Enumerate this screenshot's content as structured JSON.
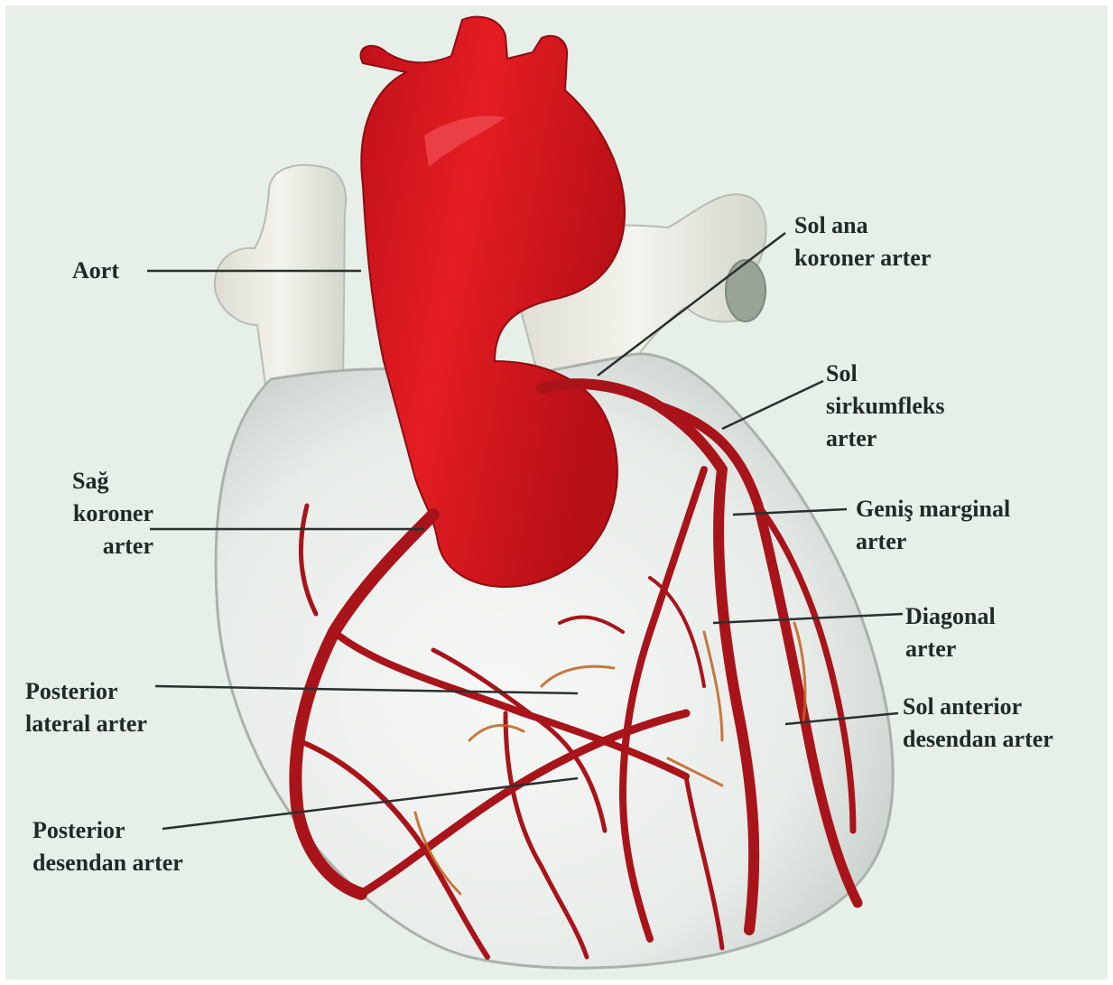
{
  "colors": {
    "background": "#e6efe8",
    "heart_body": "#e9eeea",
    "aorta": "#d4161d",
    "artery": "#a8141a",
    "leader_line": "#2a302d",
    "label_text": "#1f2a26"
  },
  "labels": {
    "aort": "Aort",
    "sol_ana": [
      "Sol ana",
      "koroner arter"
    ],
    "sol_sirkumfleks": [
      "Sol",
      "sirkumfleks",
      "arter"
    ],
    "sag_koroner": [
      "Sağ",
      "koroner",
      "arter"
    ],
    "genis_marginal": [
      "Geniş marginal",
      "arter"
    ],
    "diagonal": [
      "Diagonal",
      "arter"
    ],
    "posterior_lateral": [
      "Posterior",
      "lateral arter"
    ],
    "sol_anterior": [
      "Sol anterior",
      "desendan arter"
    ],
    "posterior_desendan": [
      "Posterior",
      "desendan arter"
    ]
  }
}
